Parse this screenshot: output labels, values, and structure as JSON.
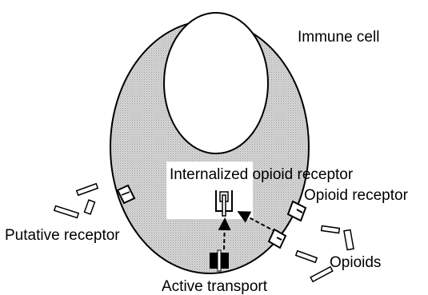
{
  "diagram": {
    "labels": {
      "immune_cell": "Immune cell",
      "internalized_receptor": "Internalized opioid receptor",
      "opioid_receptor": "Opioid receptor",
      "putative_receptor": "Putative receptor",
      "opioids": "Opioids",
      "active_transport": "Active transport"
    },
    "colors": {
      "cytoplasm": "#c9c9c9",
      "stroke": "#000000",
      "background": "#ffffff"
    }
  }
}
